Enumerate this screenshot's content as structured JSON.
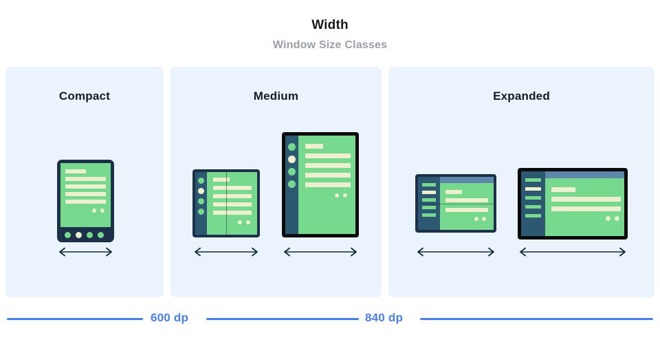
{
  "header": {
    "title": "Width",
    "subtitle": "Window Size Classes"
  },
  "panels": [
    {
      "key": "compact",
      "title": "Compact"
    },
    {
      "key": "medium",
      "title": "Medium"
    },
    {
      "key": "expanded",
      "title": "Expanded"
    }
  ],
  "devices": {
    "phone": "phone-portrait-device",
    "foldable_portrait": "foldable-portrait-device",
    "tablet_portrait": "tablet-portrait-device",
    "foldable_landscape": "foldable-landscape-device",
    "tablet_landscape": "tablet-landscape-device"
  },
  "rulers": [
    {
      "label": "600 dp"
    },
    {
      "label": "840 dp"
    }
  ],
  "colors": {
    "panel_bg": "#ebf3fd",
    "screen_green": "#76d98e",
    "content_cream": "#edefce",
    "frame_navy": "#1c3049",
    "frame_black": "#0b0b0b",
    "rail_slate": "#2d5871",
    "topbar_blue": "#5d87ab",
    "ruler_blue": "#4a7fea",
    "title_dark": "#151b20",
    "subtitle_gray": "#9aa0a6"
  },
  "icons": {
    "arrow": "double-headed-arrow-icon"
  }
}
